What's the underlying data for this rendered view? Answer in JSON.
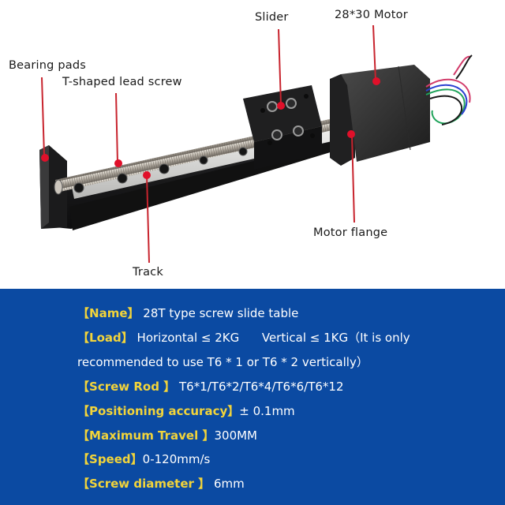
{
  "callouts": {
    "bearing_pads": "Bearing pads",
    "lead_screw": "T-shaped lead screw",
    "slider": "Slider",
    "motor": "28*30 Motor",
    "motor_flange": "Motor flange",
    "track": "Track"
  },
  "colors": {
    "panel_bg": "#0b4aa2",
    "key_yellow": "#f2d43a",
    "leader_red": "#c8242e"
  },
  "brackets": {
    "open": "【",
    "close": "】"
  },
  "specs": [
    {
      "key": "Name",
      "value": "28T type screw slide table"
    },
    {
      "key": "Load",
      "value": "Horizontal ≤ 2KG      Vertical ≤ 1KG（It is only"
    },
    {
      "key": "",
      "value": "recommended to use T6 * 1 or T6 * 2 vertically）"
    },
    {
      "key": "Screw Rod ",
      "value": "T6*1/T6*2/T6*4/T6*6/T6*12"
    },
    {
      "key": "Positioning accuracy",
      "value": "± 0.1mm"
    },
    {
      "key": "Maximum Travel ",
      "value": "300MM"
    },
    {
      "key": "Speed",
      "value": "0-120mm/s"
    },
    {
      "key": "Screw diameter ",
      "value": "6mm"
    }
  ]
}
